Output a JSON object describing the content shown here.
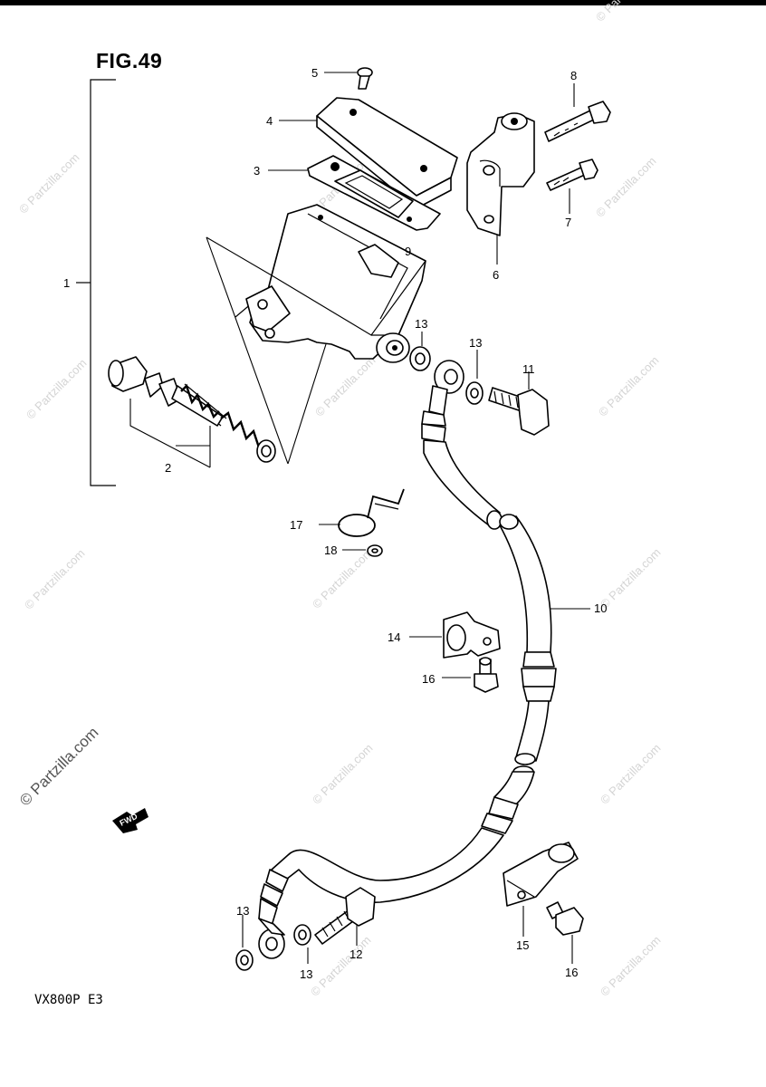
{
  "figure_title": "FIG.49",
  "model_code": "VX800P  E3",
  "watermark_text": "© Partzilla.com",
  "arrow_label": "FWD",
  "callouts": {
    "c1": "1",
    "c2": "2",
    "c3": "3",
    "c4": "4",
    "c5": "5",
    "c6": "6",
    "c7": "7",
    "c8": "8",
    "c9": "9",
    "c10": "10",
    "c11": "11",
    "c12": "12",
    "c13a": "13",
    "c13b": "13",
    "c13c": "13",
    "c13d": "13",
    "c14": "14",
    "c15": "15",
    "c16a": "16",
    "c16b": "16",
    "c17": "17",
    "c18": "18"
  }
}
